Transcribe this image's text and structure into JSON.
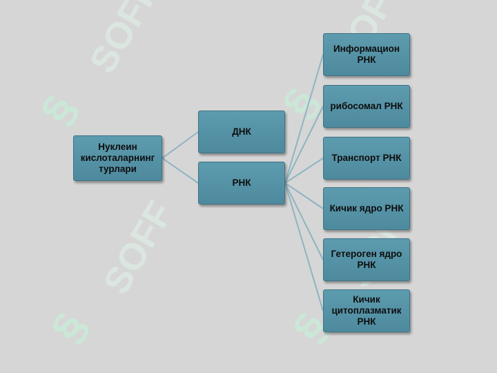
{
  "diagram": {
    "root": {
      "label": "Нуклеин кислоталарнинг турлари"
    },
    "level1": [
      {
        "label": "ДНК"
      },
      {
        "label": "РНК"
      }
    ],
    "rna_types": [
      {
        "label": "Информацион РНК"
      },
      {
        "label": "рибосомал РНК"
      },
      {
        "label": "Транспорт РНК"
      },
      {
        "label": "Кичик ядро РНК"
      },
      {
        "label": "Гетероген ядро РНК"
      },
      {
        "label": "Кичик цитоплазматик РНК"
      }
    ]
  },
  "watermark": {
    "text": "SOFF"
  },
  "colors": {
    "background": "#d6d6d6",
    "node_fill": "#5d9bae",
    "node_border": "#3f7384",
    "connector": "#8fb4c1",
    "watermark": "#c9ead8"
  }
}
